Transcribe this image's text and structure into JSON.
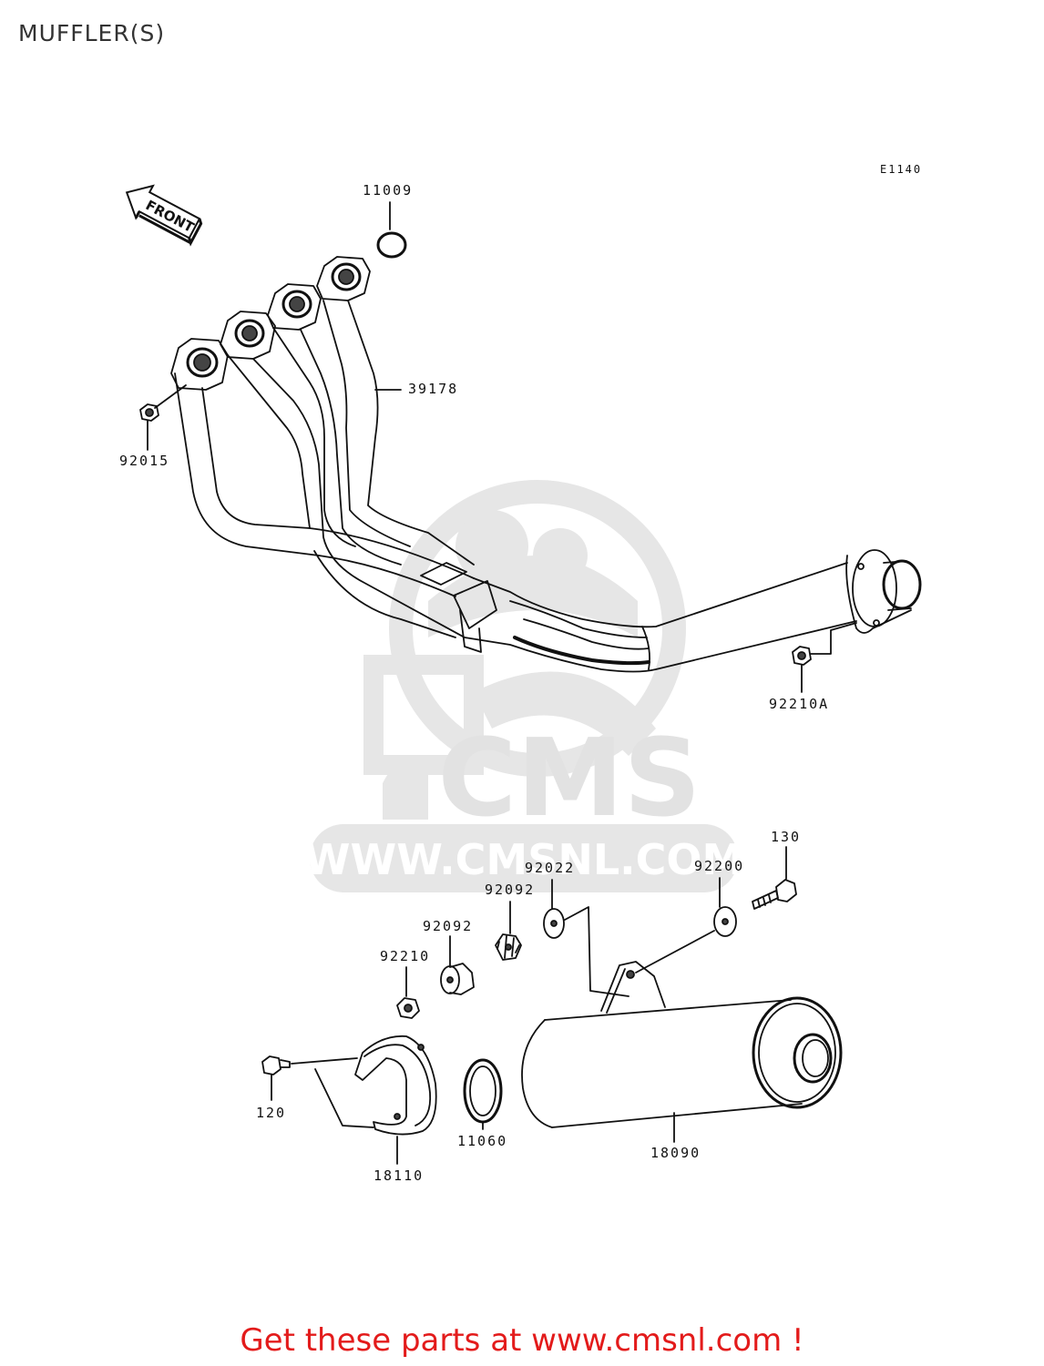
{
  "page": {
    "title": "MUFFLER(S)",
    "footer_link": "Get these parts at www.cmsnl.com !"
  },
  "diagram": {
    "code": "E1140",
    "front_arrow_text": "FRONT",
    "watermark": {
      "brand": "CMS",
      "url": "WWW.CMSNL.COM"
    },
    "parts": [
      {
        "id": "p11009",
        "number": "11009"
      },
      {
        "id": "p39178",
        "number": "39178"
      },
      {
        "id": "p92015",
        "number": "92015"
      },
      {
        "id": "p92210A",
        "number": "92210A"
      },
      {
        "id": "p130",
        "number": "130"
      },
      {
        "id": "p92022",
        "number": "92022"
      },
      {
        "id": "p92200",
        "number": "92200"
      },
      {
        "id": "p92092a",
        "number": "92092"
      },
      {
        "id": "p92092b",
        "number": "92092"
      },
      {
        "id": "p92210",
        "number": "92210"
      },
      {
        "id": "p120",
        "number": "120"
      },
      {
        "id": "p11060",
        "number": "11060"
      },
      {
        "id": "p18090",
        "number": "18090"
      },
      {
        "id": "p18110",
        "number": "18110"
      }
    ]
  },
  "colors": {
    "footer": "#e31b1b",
    "line": "#111111",
    "watermark": "#e4e4e4"
  }
}
